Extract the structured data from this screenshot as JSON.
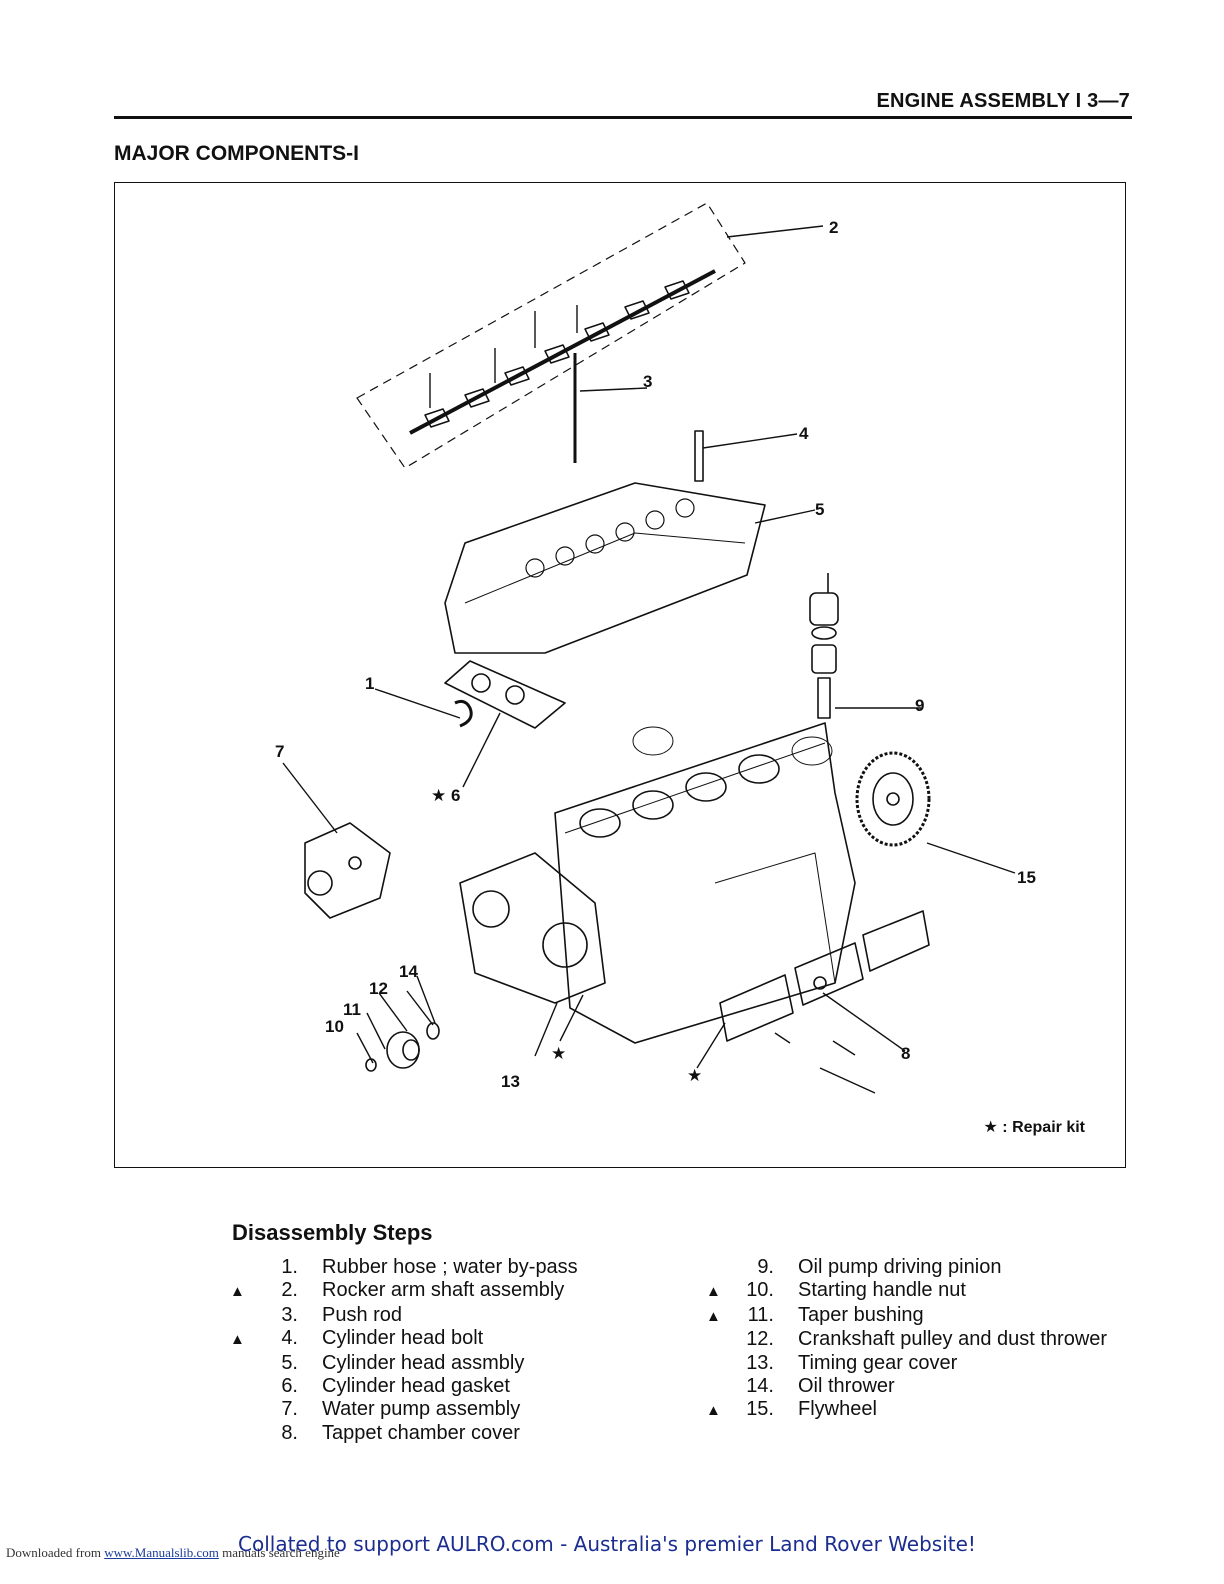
{
  "header": {
    "running_title": "ENGINE ASSEMBLY  I  3—7",
    "section_title": "MAJOR COMPONENTS-I"
  },
  "figure": {
    "callouts": {
      "c1": "1",
      "c2": "2",
      "c3": "3",
      "c4": "4",
      "c5": "5",
      "c6": "★ 6",
      "c7": "7",
      "c8": "8",
      "c9": "9",
      "c10": "10",
      "c11": "11",
      "c12": "12",
      "c13": "13",
      "c14": "14",
      "c15": "15",
      "star_a": "★",
      "star_b": "★"
    },
    "repair_note": "★ : Repair kit"
  },
  "steps": {
    "title": "Disassembly Steps",
    "left": [
      {
        "mark": "",
        "num": "1.",
        "label": "Rubber hose ; water by-pass"
      },
      {
        "mark": "▲",
        "num": "2.",
        "label": "Rocker arm shaft assembly"
      },
      {
        "mark": "",
        "num": "3.",
        "label": "Push rod"
      },
      {
        "mark": "▲",
        "num": "4.",
        "label": "Cylinder head bolt"
      },
      {
        "mark": "",
        "num": "5.",
        "label": "Cylinder head assmbly"
      },
      {
        "mark": "",
        "num": "6.",
        "label": "Cylinder head gasket"
      },
      {
        "mark": "",
        "num": "7.",
        "label": "Water pump assembly"
      },
      {
        "mark": "",
        "num": "8.",
        "label": "Tappet chamber cover"
      }
    ],
    "right": [
      {
        "mark": "",
        "num": "9.",
        "label": "Oil pump driving pinion"
      },
      {
        "mark": "▲",
        "num": "10.",
        "label": "Starting handle nut"
      },
      {
        "mark": "▲",
        "num": "11.",
        "label": "Taper bushing"
      },
      {
        "mark": "",
        "num": "12.",
        "label": "Crankshaft pulley and dust thrower"
      },
      {
        "mark": "",
        "num": "13.",
        "label": "Timing gear cover"
      },
      {
        "mark": "",
        "num": "14.",
        "label": "Oil thrower"
      },
      {
        "mark": "▲",
        "num": "15.",
        "label": "Flywheel"
      }
    ]
  },
  "footer": {
    "downloaded_prefix": "Downloaded from",
    "downloaded_link": "www.Manualslib.com",
    "downloaded_suffix": "manuals search engine",
    "collated_note": "Collated to support AULRO.com - Australia's premier Land Rover Website!"
  }
}
